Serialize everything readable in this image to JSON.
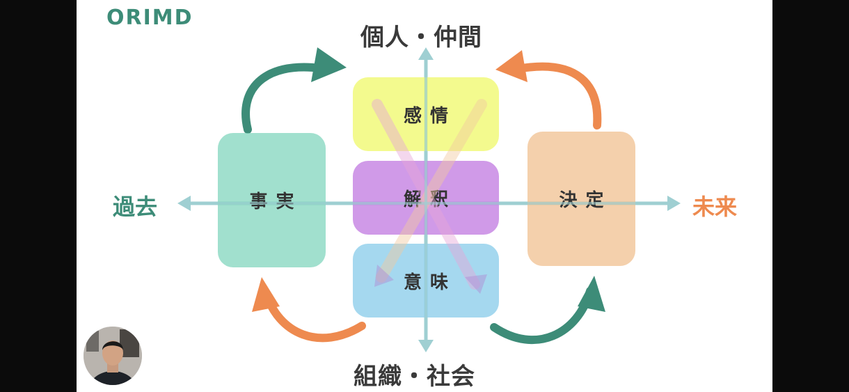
{
  "brand": {
    "name": "ORIMD"
  },
  "axes": {
    "top": "個人・仲間",
    "bottom": "組織・社会",
    "left": "過去",
    "right": "未来"
  },
  "boxes": {
    "fact": "事実",
    "emotion": "感情",
    "interpretation": "解釈",
    "meaning": "意味",
    "decision": "決定"
  },
  "colors": {
    "green": "#3d8c78",
    "orange": "#ee8a4f",
    "axis": "#9fcfd2",
    "fact_box": "#82d6be",
    "decision_box": "#f0be8c",
    "emotion_box": "#f0f86e",
    "interpretation_box": "#c37de1",
    "meaning_box": "#8ccdeb"
  },
  "icons": {
    "avatar": "presenter-avatar"
  }
}
